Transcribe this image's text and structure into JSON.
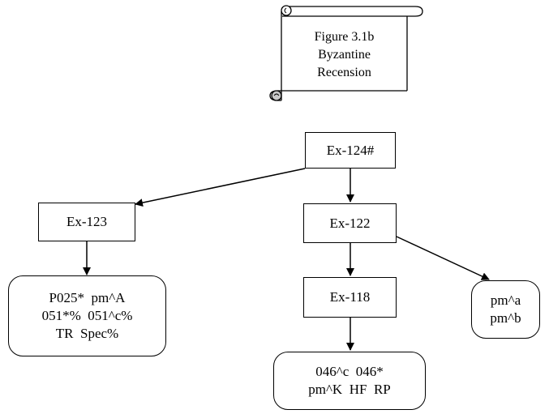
{
  "scroll": {
    "lines": [
      "Figure 3.1b",
      "Byzantine",
      "Recension"
    ]
  },
  "nodes": {
    "ex124": "Ex-124#",
    "ex123": "Ex-123",
    "ex122": "Ex-122",
    "ex118": "Ex-118"
  },
  "groups": {
    "left": [
      "P025*  pm^A",
      "051*%  051^c%",
      "TR  Spec%"
    ],
    "bottom": [
      "046^c  046*",
      "pm^K  HF  RP"
    ],
    "right": [
      "pm^a",
      "pm^b"
    ]
  },
  "colors": {
    "line": "#000000",
    "scroll_fill": "#ffffff",
    "scroll_curl": "#c8c8c8"
  }
}
